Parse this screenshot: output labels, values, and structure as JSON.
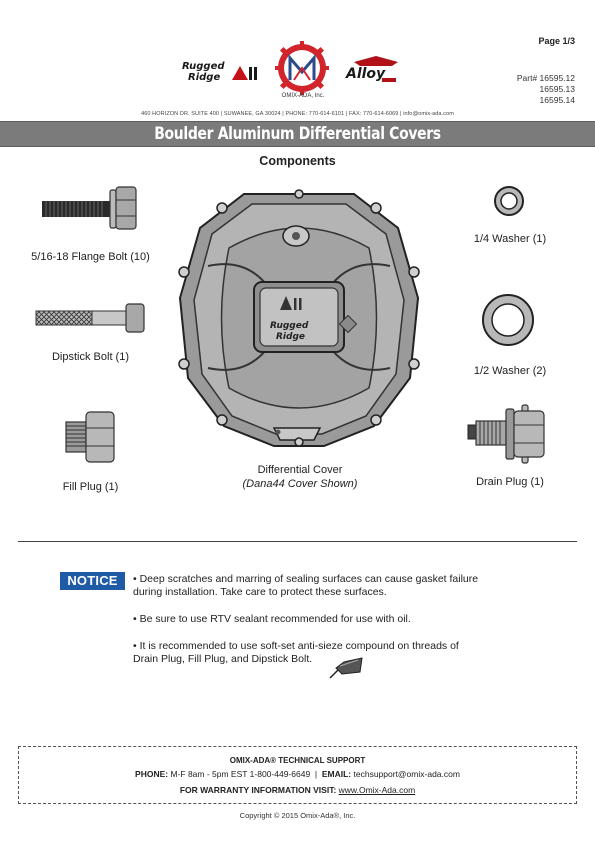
{
  "header": {
    "page": "Page 1/3",
    "part_numbers": [
      "Part# 16595.12",
      "16595.13",
      "16595.14"
    ],
    "logos": {
      "rugged_ridge_top": "Rugged",
      "rugged_ridge_bottom": "Ridge",
      "omix_caption": "OMIX-ADA, Inc.",
      "alloy": "Alloy"
    },
    "address": "460 HORIZON DR.  SUITE 400  |  SUWANEE, GA 30024  |  PHONE: 770-614-6101  |  FAX: 770-614-6069  |  info@omix-ada.com",
    "title": "Boulder Aluminum Differential Covers"
  },
  "components": {
    "heading": "Components",
    "flange_bolt": "5/16-18 Flange Bolt (10)",
    "dipstick_bolt": "Dipstick Bolt (1)",
    "fill_plug": "Fill Plug (1)",
    "quarter_washer": "1/4 Washer (1)",
    "half_washer": "1/2 Washer (2)",
    "drain_plug": "Drain Plug (1)",
    "diff_cover": "Differential Cover",
    "diff_cover_note": "(Dana44 Cover Shown)",
    "cover_emblem_top": "Rugged",
    "cover_emblem_bottom": "Ridge"
  },
  "notice": {
    "badge": "NOTICE",
    "item1_line1": "• Deep scratches and marring of sealing surfaces can cause gasket failure",
    "item1_line2": "during installation. Take care to protect these surfaces.",
    "item2": "• Be sure to use RTV sealant recommended for use with oil.",
    "item3_line1": "• It is recommended to use soft-set anti-sieze compound on threads of",
    "item3_line2": "Drain Plug, Fill Plug, and Dipstick Bolt."
  },
  "support": {
    "title": "OMIX-ADA® TECHNICAL SUPPORT",
    "phone_label": "PHONE:",
    "phone_value": "M-F  8am - 5pm EST 1-800-449-6649",
    "separator": "|",
    "email_label": "EMAIL:",
    "email_value": "techsupport@omix-ada.com",
    "warranty_label": "FOR WARRANTY INFORMATION VISIT:",
    "warranty_url": "www.Omix-Ada.com"
  },
  "footer": {
    "copyright": "Copyright © 2015 Omix-Ada®, Inc."
  },
  "colors": {
    "title_bar": "#7b7b7b",
    "notice_badge": "#1f5aa6",
    "rugged_ridge_red": "#c4121a",
    "omix_red": "#d2252b",
    "metal_grey": "#9a9a9a"
  }
}
